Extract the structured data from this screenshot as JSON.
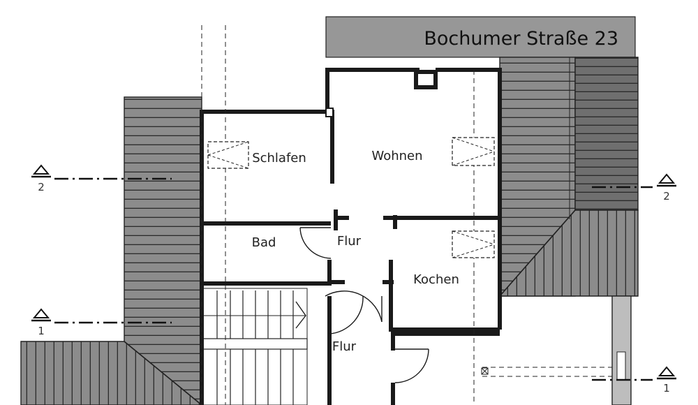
{
  "address": "Bochumer Straße 23",
  "rooms": {
    "schlafen": "Schlafen",
    "wohnen": "Wohnen",
    "bad": "Bad",
    "flur_upper": "Flur",
    "kochen": "Kochen",
    "flur_lower": "Flur"
  },
  "section_marks": {
    "left_2": "2",
    "left_1": "1",
    "right_2": "2",
    "right_1": "1"
  },
  "colors": {
    "roof": "#8c8c8c",
    "roof_dark": "#6f6f6f",
    "header_bar": "#979797",
    "wall": "#1a1a1a"
  }
}
